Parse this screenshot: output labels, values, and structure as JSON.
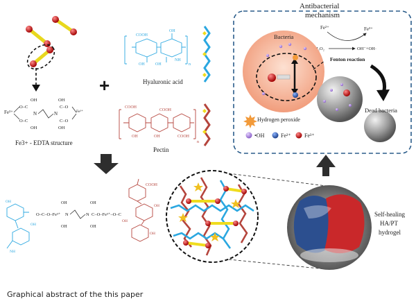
{
  "labels": {
    "fe_edta": "Fe3+ - EDTA structure",
    "hyaluronic_acid": "Hyaluronic acid",
    "pectin": "Pectin",
    "mechanism_line1": "Antibacterial",
    "mechanism_line2": "mechanism",
    "bacteria": "Bacteria",
    "fenton": "Fenton reaction",
    "dead_bacteria": "Dead bacteria",
    "hydrogen_peroxide": "Hydrogen peroxide",
    "oh_radical": "•OH",
    "fe2": "Fe²⁺",
    "fe3": "Fe³⁺",
    "fe2_top": "Fe²⁺",
    "fe3_top": "Fe³⁺",
    "h2o2": "H₂O₂",
    "oh_products": "OH⁻+OH·",
    "hydrogel_line1": "Self-healing",
    "hydrogel_line2": "HA/PT",
    "hydrogel_line3": "hydrogel",
    "cooh": "COOH",
    "oh": "OH",
    "nh": "NH",
    "n_sub": "n",
    "plus": "+"
  },
  "caption": "Graphical abstract of the this paper",
  "colors": {
    "ha_blue": "#2aa7e0",
    "pectin_red": "#b5453d",
    "iron_red": "#c01818",
    "crosslink_yellow": "#f0dc1e",
    "bacteria_fill": "#f6b99c",
    "panel_border": "#2a5c8a"
  }
}
